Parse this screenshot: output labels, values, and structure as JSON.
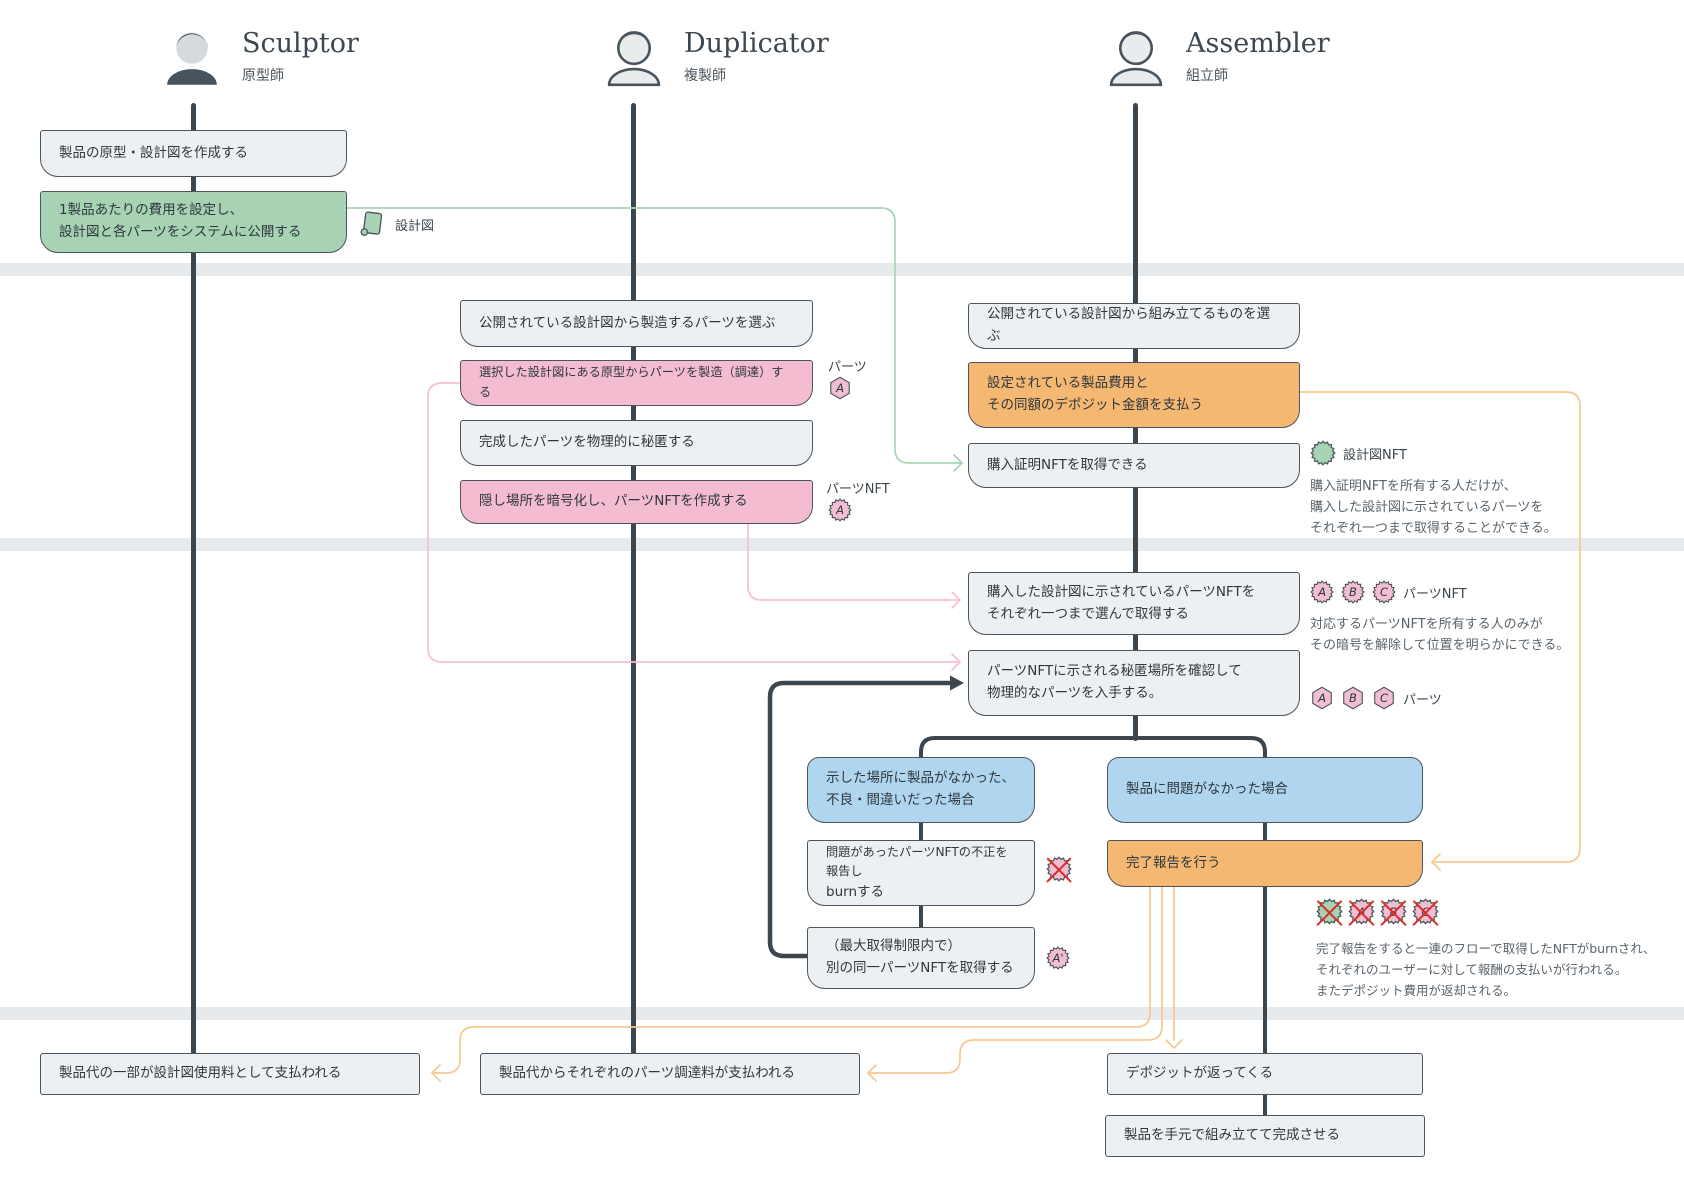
{
  "colors": {
    "accent_green": "#a7d3b4",
    "accent_pink": "#f3bcd0",
    "accent_orange": "#f5b872",
    "accent_blue": "#afd6ee",
    "line_dark": "#3c464f",
    "connector_green": "#a9d5b5",
    "connector_pink": "#f3c0d4",
    "connector_orange": "#f7c791",
    "burn_red": "#d93025",
    "box_gray": "#edf0f2"
  },
  "actors": {
    "sculptor": {
      "name": "Sculptor",
      "role": "原型師"
    },
    "duplicator": {
      "name": "Duplicator",
      "role": "複製師"
    },
    "assembler": {
      "name": "Assembler",
      "role": "組立師"
    }
  },
  "sculptor": {
    "box1": "製品の原型・設計図を作成する",
    "box2_l1": "1製品あたりの費用を設定し、",
    "box2_l2": "設計図と各パーツをシステムに公開する",
    "blueprint_label": "設計図"
  },
  "duplicator": {
    "box1": "公開されている設計図から製造するパーツを選ぶ",
    "box2": "選択した設計図にある原型からパーツを製造（調達）する",
    "box3": "完成したパーツを物理的に秘匿する",
    "box4": "隠し場所を暗号化し、パーツNFTを作成する",
    "parts_label": "パーツ",
    "parts_nft_label": "パーツNFT"
  },
  "assembler": {
    "box1": "公開されている設計図から組み立てるものを選ぶ",
    "box2_l1": "設定されている製品費用と",
    "box2_l2": "その同額のデポジット金額を支払う",
    "box3": "購入証明NFTを取得できる",
    "box4_l1": "購入した設計図に示されているパーツNFTを",
    "box4_l2": "それぞれ一つまで選んで取得する",
    "box5_l1": "パーツNFTに示される秘匿場所を確認して",
    "box5_l2": "物理的なパーツを入手する。"
  },
  "branch": {
    "left_cond_l1": "示した場所に製品がなかった、",
    "left_cond_l2": "不良・間違いだった場合",
    "right_cond": "製品に問題がなかった場合",
    "report_l1": "問題があったパーツNFTの不正を報告し",
    "report_l2": "burnする",
    "retry_l1": "（最大取得制限内で）",
    "retry_l2": "別の同一パーツNFTを取得する",
    "complete": "完了報告を行う"
  },
  "annotations": {
    "blueprint_nft_label": "設計図NFT",
    "note1_l1": "購入証明NFTを所有する人だけが、",
    "note1_l2": "購入した設計図に示されているパーツを",
    "note1_l3": "それぞれ一つまで取得することができる。",
    "parts_nft_label": "パーツNFT",
    "note2_l1": "対応するパーツNFTを所有する人のみが",
    "note2_l2": "その暗号を解除して位置を明らかにできる。",
    "parts_label": "パーツ",
    "note3_l1": "完了報告をすると一連のフローで取得したNFTがburnされ、",
    "note3_l2": "それぞれのユーザーに対して報酬の支払いが行われる。",
    "note3_l3": "またデポジット費用が返却される。"
  },
  "badges": {
    "a": "A",
    "b": "B",
    "c": "C",
    "a_prime": "A'"
  },
  "bottom": {
    "left": "製品代の一部が設計図使用料として支払われる",
    "middle": "製品代からそれぞれのパーツ調達料が支払われる",
    "right1": "デポジットが返ってくる",
    "right2": "製品を手元で組み立てて完成させる"
  }
}
